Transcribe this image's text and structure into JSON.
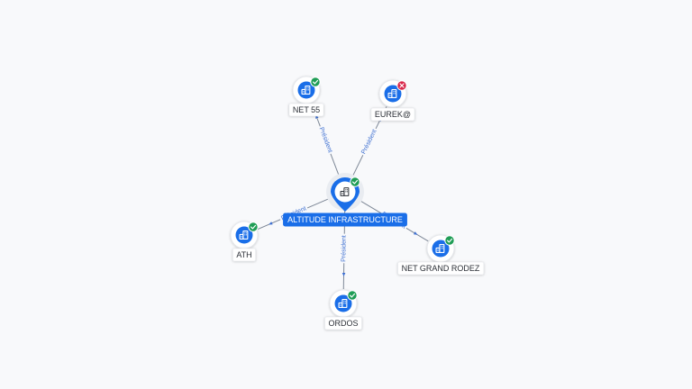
{
  "diagram": {
    "center": {
      "id": "center",
      "label": "ALTITUDE INFRASTRUCTURE",
      "status": "active",
      "icon": "building-icon"
    },
    "nodes": [
      {
        "id": "net55",
        "label": "NET 55",
        "status": "active",
        "icon": "building-icon"
      },
      {
        "id": "eurek",
        "label": "EUREK@",
        "status": "inactive",
        "icon": "building-icon"
      },
      {
        "id": "ath",
        "label": "ATH",
        "status": "active",
        "icon": "building-icon"
      },
      {
        "id": "netgrandrodez",
        "label": "NET GRAND RODEZ",
        "status": "active",
        "icon": "building-icon"
      },
      {
        "id": "ordos",
        "label": "ORDOS",
        "status": "active",
        "icon": "building-icon"
      }
    ],
    "edges": [
      {
        "from": "center",
        "to": "net55",
        "label": "Président"
      },
      {
        "from": "center",
        "to": "eurek",
        "label": "Président"
      },
      {
        "from": "center",
        "to": "ath",
        "label": "Président"
      },
      {
        "from": "center",
        "to": "netgrandrodez",
        "label": "Président"
      },
      {
        "from": "center",
        "to": "ordos",
        "label": "Président"
      }
    ],
    "colors": {
      "accent": "#1a6ee8",
      "active_badge": "#1f9d55",
      "inactive_badge": "#d8274a",
      "edge": "#7d8796",
      "edge_label": "#3d6fd1"
    }
  }
}
